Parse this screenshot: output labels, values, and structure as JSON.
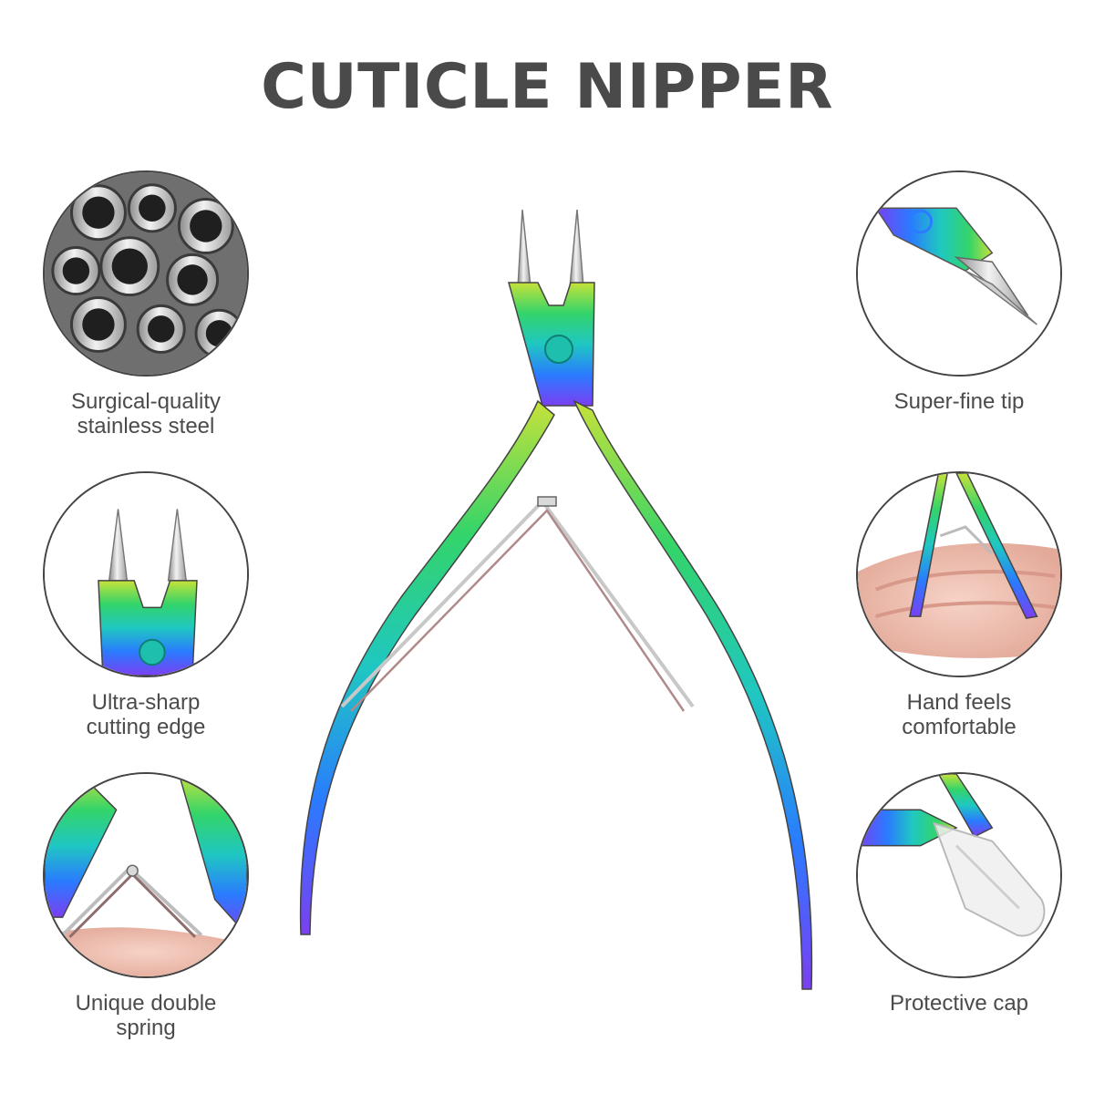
{
  "title": "CUTICLE NIPPER",
  "colors": {
    "text": "#4a4a4a",
    "circle_border": "#444444",
    "rainbow": [
      "#7b3ff2",
      "#2a7bff",
      "#1fc7c2",
      "#33d46a",
      "#c6e23a"
    ]
  },
  "features": [
    {
      "caption_lines": [
        "Surgical-quality",
        "stainless steel"
      ],
      "image": "steel-tubes"
    },
    {
      "caption_lines": [
        "Super-fine tip"
      ],
      "image": "fine-tip"
    },
    {
      "caption_lines": [
        "Ultra-sharp",
        "cutting edge"
      ],
      "image": "cutting-edge"
    },
    {
      "caption_lines": [
        "Hand feels",
        "comfortable"
      ],
      "image": "hand-grip"
    },
    {
      "caption_lines": [
        "Unique double",
        "spring"
      ],
      "image": "double-spring"
    },
    {
      "caption_lines": [
        "Protective cap"
      ],
      "image": "protective-cap"
    }
  ]
}
